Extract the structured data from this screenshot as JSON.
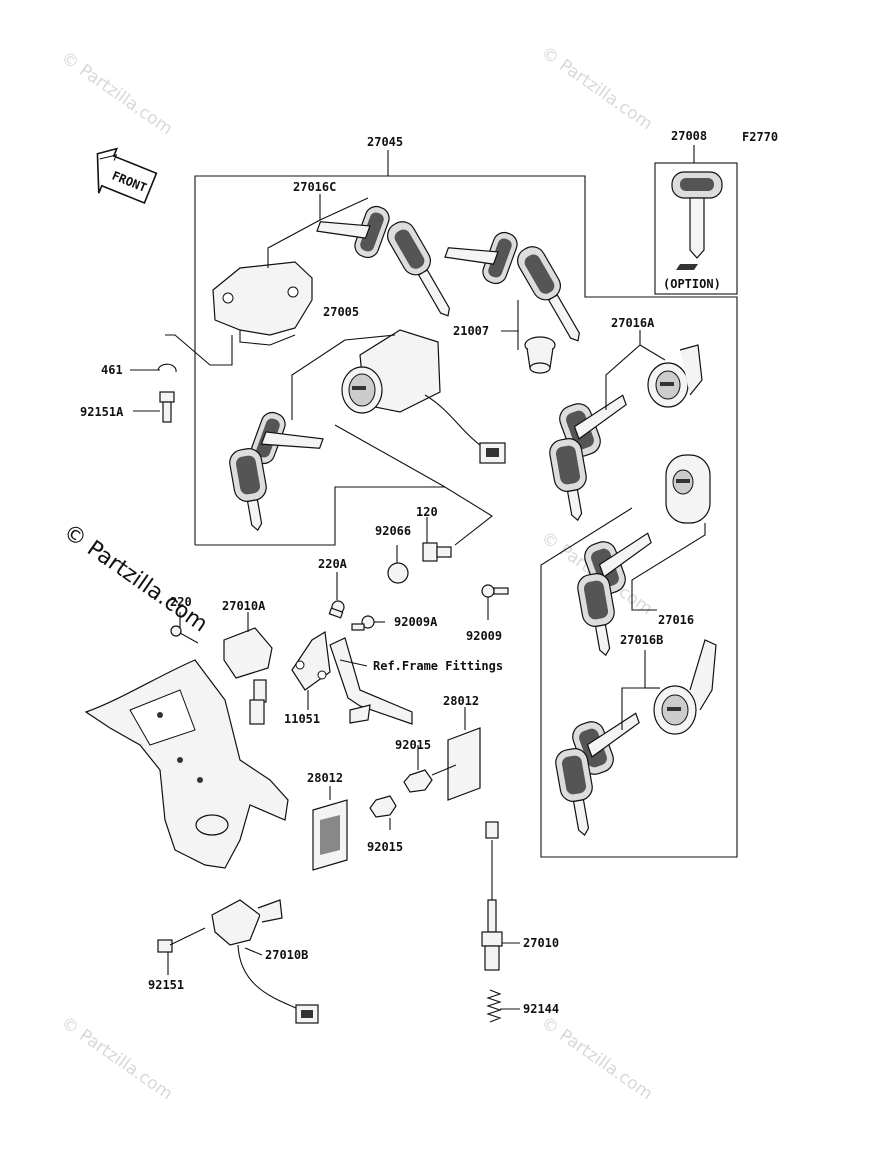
{
  "figure_code": "F2770",
  "front_label": "FRONT",
  "option_label": "(OPTION)",
  "watermark": "© Partzilla.com",
  "callouts": {
    "p27045": "27045",
    "p27008": "27008",
    "p27016C": "27016C",
    "p27005": "27005",
    "p21007": "21007",
    "p27016A": "27016A",
    "p461": "461",
    "p92151A": "92151A",
    "p120": "120",
    "p92066": "92066",
    "p220A": "220A",
    "p220": "220",
    "p27010A": "27010A",
    "p92009A": "92009A",
    "p92009": "92009",
    "p27016": "27016",
    "p27016B": "27016B",
    "ref_frame": "Ref.Frame Fittings",
    "p11051": "11051",
    "p28012a": "28012",
    "p28012b": "28012",
    "p92015a": "92015",
    "p92015b": "92015",
    "p27010": "27010",
    "p27010B": "27010B",
    "p92151": "92151",
    "p92144": "92144"
  }
}
